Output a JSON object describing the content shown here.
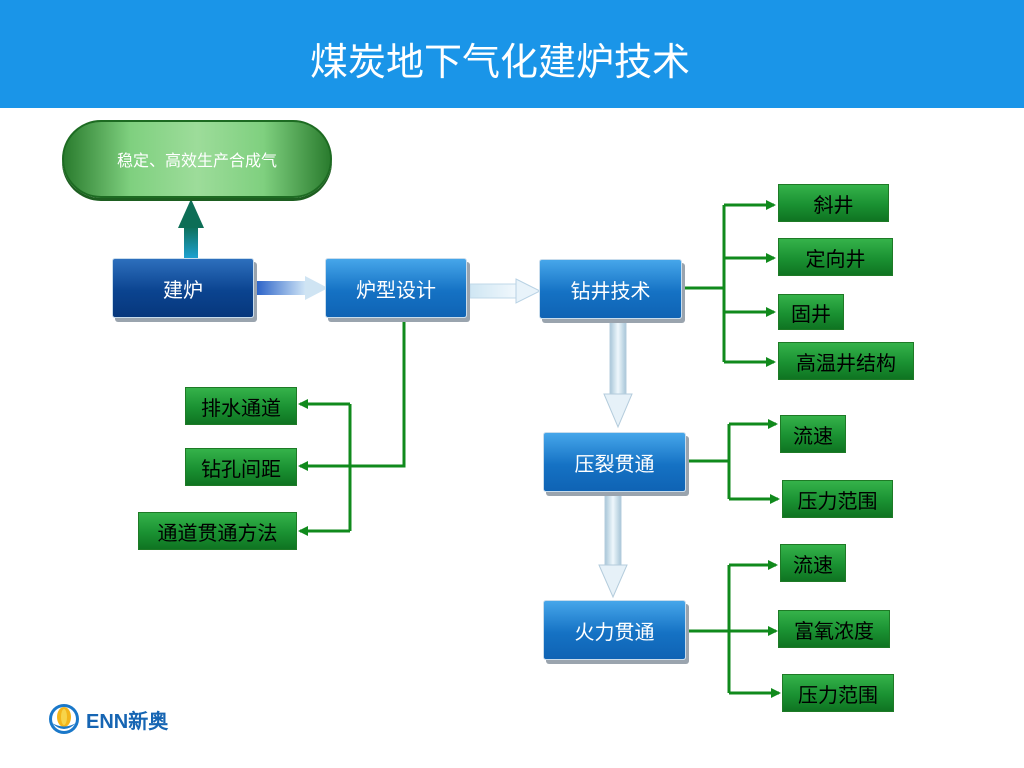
{
  "header": {
    "title": "煤炭地下气化建炉技术"
  },
  "goal": {
    "label": "稳定、高效生产合成气"
  },
  "nodes": {
    "build": "建炉",
    "design": "炉型设计",
    "drilling": "钻井技术",
    "fracture": "压裂贯通",
    "fire": "火力贯通"
  },
  "design_leaves": [
    "排水通道",
    "钻孔间距",
    "通道贯通方法"
  ],
  "drilling_leaves": [
    "斜井",
    "定向井",
    "固井",
    "高温井结构"
  ],
  "fracture_leaves": [
    "流速",
    "压力范围"
  ],
  "fire_leaves": [
    "流速",
    "富氧浓度",
    "压力范围"
  ],
  "logo": {
    "text": "ENN新奥"
  }
}
